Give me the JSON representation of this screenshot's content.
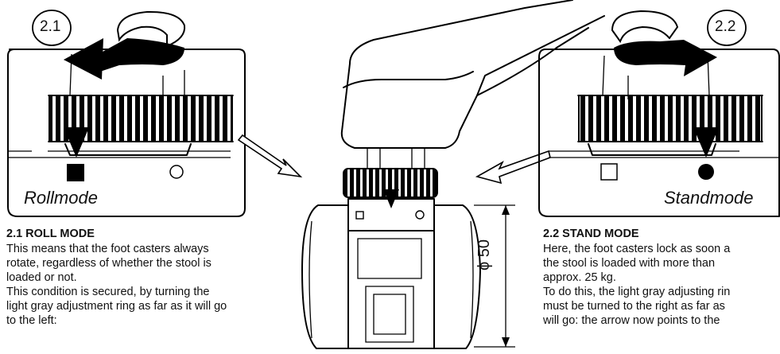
{
  "badge_left": "2.1",
  "badge_right": "2.2",
  "label_left": "Rollmode",
  "label_right": "Standmode",
  "dimension": "ϕ 50",
  "roll": {
    "heading": "2.1 ROLL MODE",
    "lines": [
      "This means that the foot casters always",
      "rotate, regardless of whether the stool is",
      "loaded or not.",
      "This condition is secured, by turning the",
      "light gray adjustment ring as far as it will go",
      "to the left:"
    ]
  },
  "stand": {
    "heading": "2.2 STAND MODE",
    "lines": [
      "Here, the foot casters lock as soon a",
      "the stool is loaded with more than",
      "approx. 25 kg.",
      "To do this, the light gray adjusting rin",
      "must be turned to the right as far as",
      "will go: the arrow now points to the"
    ]
  }
}
